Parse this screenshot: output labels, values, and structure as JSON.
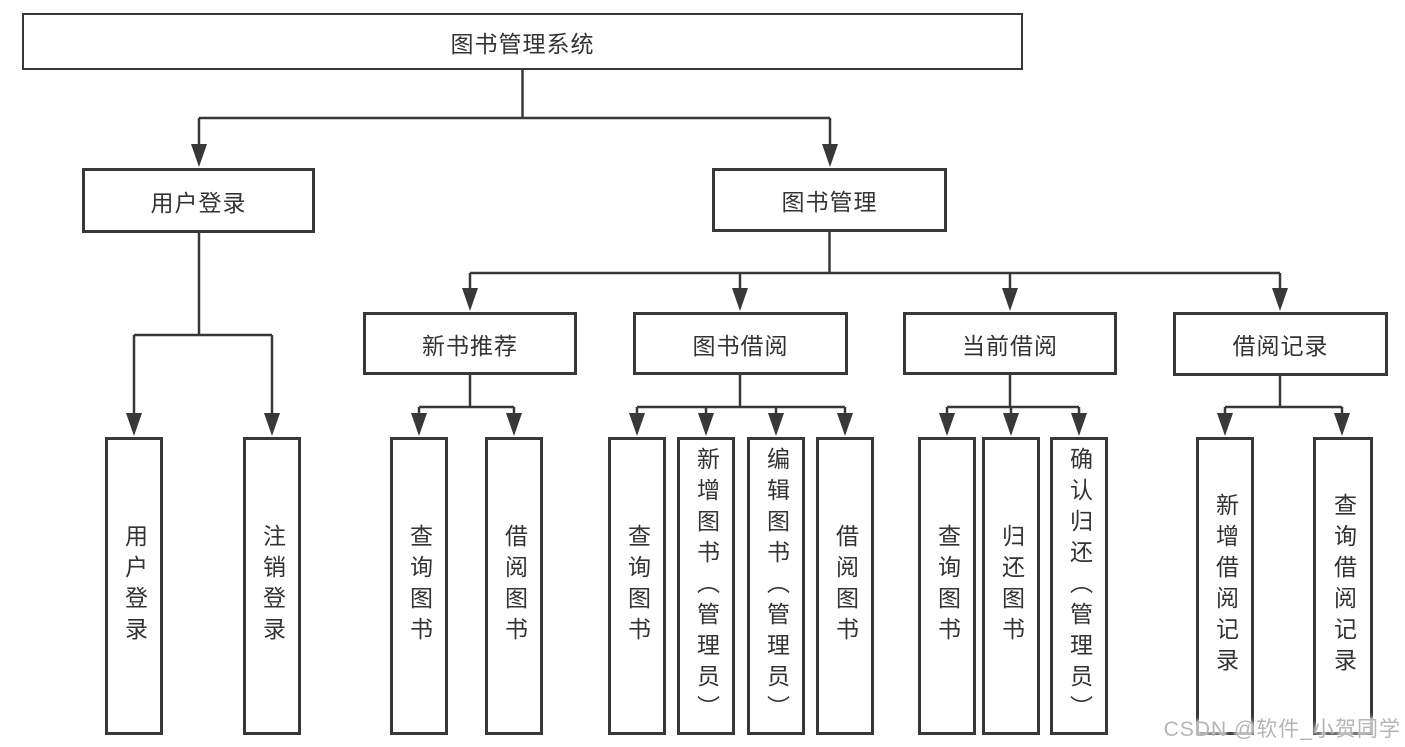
{
  "diagram_title": "图书管理系统",
  "tree": {
    "root": {
      "label": "图书管理系统",
      "children": [
        {
          "label": "用户登录",
          "children": [
            {
              "label": "用户登录"
            },
            {
              "label": "注销登录"
            }
          ]
        },
        {
          "label": "图书管理",
          "children": [
            {
              "label": "新书推荐",
              "children": [
                {
                  "label": "查询图书"
                },
                {
                  "label": "借阅图书"
                }
              ]
            },
            {
              "label": "图书借阅",
              "children": [
                {
                  "label": "查询图书"
                },
                {
                  "label": "新增图书（管理员）"
                },
                {
                  "label": "编辑图书（管理员）"
                },
                {
                  "label": "借阅图书"
                }
              ]
            },
            {
              "label": "当前借阅",
              "children": [
                {
                  "label": "查询图书"
                },
                {
                  "label": "归还图书"
                },
                {
                  "label": "确认归还（管理员）"
                }
              ]
            },
            {
              "label": "借阅记录",
              "children": [
                {
                  "label": "新增借阅记录"
                },
                {
                  "label": "查询借阅记录"
                }
              ]
            }
          ]
        }
      ]
    }
  },
  "watermark": "CSDN @软件_小贺同学",
  "colors": {
    "line": "#383838",
    "box_border": "#383838",
    "text": "#333333",
    "background": "#ffffff",
    "watermark_text": "#b5b5b5"
  }
}
